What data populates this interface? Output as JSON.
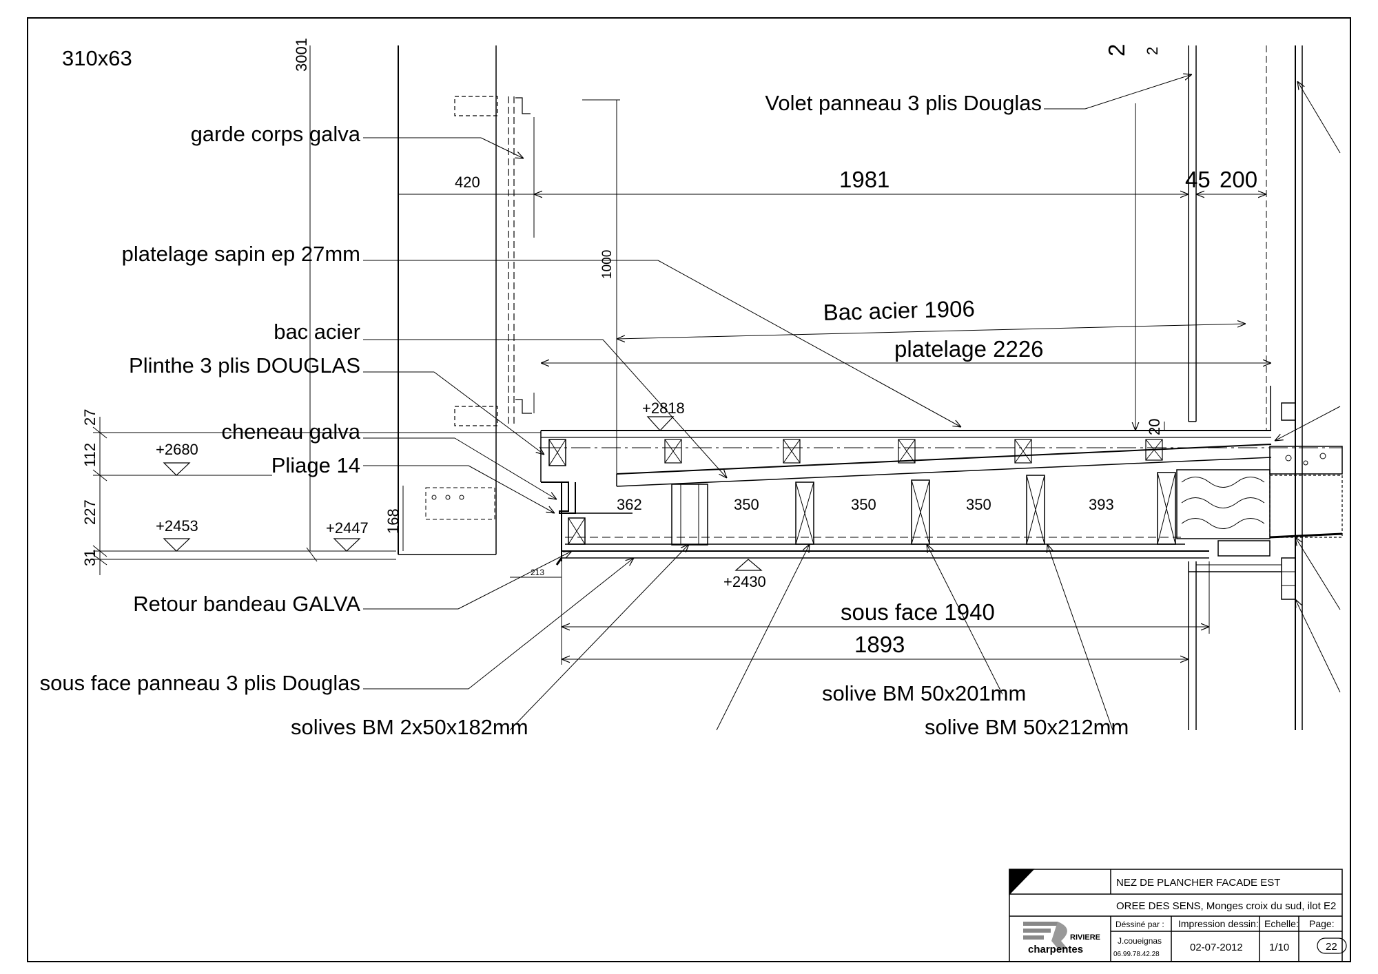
{
  "drawing": {
    "section_label": "310x63",
    "callouts": {
      "garde_corps": "garde corps galva",
      "platelage_sapin": "platelage sapin ep 27mm",
      "bac_acier": "bac acier",
      "plinthe": "Plinthe 3 plis DOUGLAS",
      "cheneau": "cheneau galva",
      "pliage": "Pliage 14",
      "retour_bandeau": "Retour bandeau GALVA",
      "sous_face_panneau": "sous face panneau 3 plis Douglas",
      "solives_2x": "solives BM 2x50x182mm",
      "volet": "Volet panneau 3 plis Douglas",
      "solive_201": "solive BM 50x201mm",
      "solive_212": "solive BM 50x212mm"
    },
    "dimensions": {
      "d3001": "3001",
      "d420": "420",
      "d1981": "1981",
      "d45": "45",
      "d200": "200",
      "d2a": "2",
      "d2b": "2",
      "d1000": "1000",
      "bac_acier_len": "Bac acier 1906",
      "platelage_len": "platelage 2226",
      "d20": "20",
      "sous_face_len": "sous face 1940",
      "d1893": "1893",
      "d213": "213",
      "d168": "168",
      "spacing": [
        "362",
        "350",
        "350",
        "350",
        "393"
      ],
      "left_stack": [
        "27",
        "112",
        "227",
        "31"
      ]
    },
    "levels": {
      "l2818": "+2818",
      "l2680": "+2680",
      "l2453": "+2453",
      "l2447": "+2447",
      "l2430": "+2430"
    }
  },
  "title_block": {
    "title": "NEZ DE PLANCHER FACADE EST",
    "project": "OREE DES SENS, Monges croix du sud, ilot E2",
    "drawn_by_label": "Déssiné par :",
    "drawn_by_name": "J.coueignas",
    "drawn_by_phone": "06.99.78.42.28",
    "print_label": "Impression dessin:",
    "print_date": "02-07-2012",
    "scale_label": "Echelle:",
    "scale_value": "1/10",
    "page_label": "Page:",
    "page_value": "22",
    "logo_text_top": "RIVIERE",
    "logo_text_bottom": "charpentes"
  }
}
